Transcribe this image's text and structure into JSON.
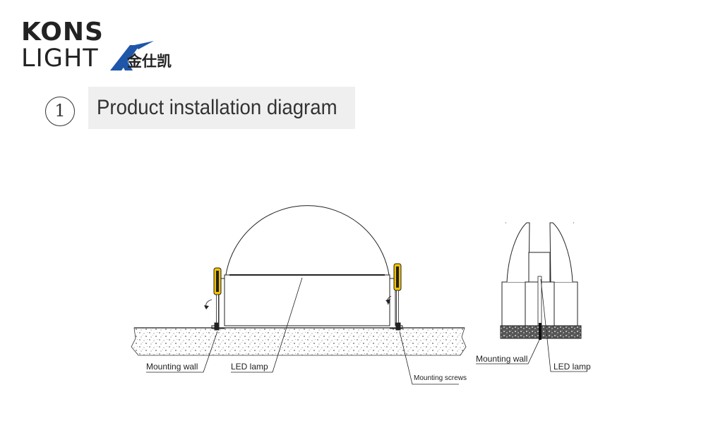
{
  "logo": {
    "line1": "KONS",
    "line2": "LIGHT",
    "chinese": "金仕凯",
    "mark_color": "#1f56a8"
  },
  "heading": {
    "step": "1",
    "title": "Product installation diagram",
    "box_color": "#efefef"
  },
  "diagram": {
    "screwdriver_handle_color": "#f2c200",
    "labels": {
      "mounting_wall_left": "Mounting wall",
      "led_lamp_left": "LED lamp",
      "mounting_screws": "Mounting screws",
      "mounting_wall_right": "Mounting wall",
      "led_lamp_right": "LED lamp"
    }
  }
}
